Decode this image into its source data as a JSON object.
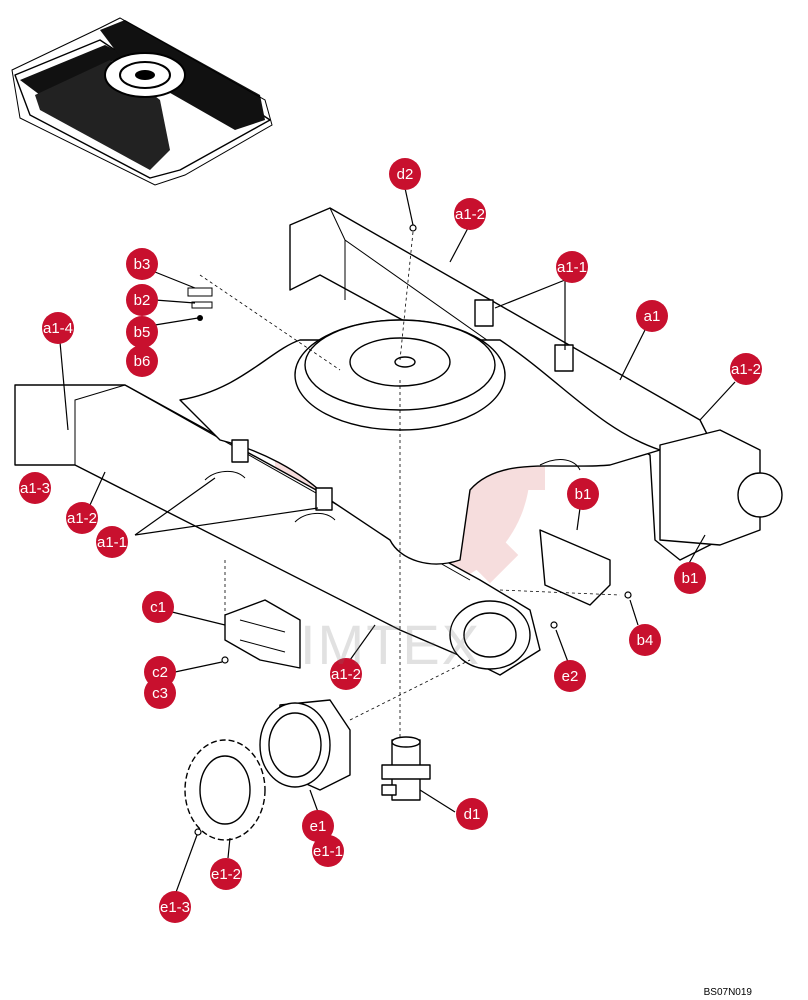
{
  "drawing_code": "BS07N019",
  "watermark_text": "IMTEX",
  "callouts": [
    {
      "id": "d2",
      "label": "d2"
    },
    {
      "id": "a1-2-top",
      "label": "a1-2"
    },
    {
      "id": "b3",
      "label": "b3"
    },
    {
      "id": "b2",
      "label": "b2"
    },
    {
      "id": "b5",
      "label": "b5"
    },
    {
      "id": "b6",
      "label": "b6"
    },
    {
      "id": "a1-1-top",
      "label": "a1-1"
    },
    {
      "id": "a1",
      "label": "a1"
    },
    {
      "id": "a1-2-right",
      "label": "a1-2"
    },
    {
      "id": "a1-4",
      "label": "a1-4"
    },
    {
      "id": "a1-3",
      "label": "a1-3"
    },
    {
      "id": "a1-2-left",
      "label": "a1-2"
    },
    {
      "id": "a1-1-left",
      "label": "a1-1"
    },
    {
      "id": "b1-center",
      "label": "b1"
    },
    {
      "id": "b1-right",
      "label": "b1"
    },
    {
      "id": "c1",
      "label": "c1"
    },
    {
      "id": "b4",
      "label": "b4"
    },
    {
      "id": "e2",
      "label": "e2"
    },
    {
      "id": "c2",
      "label": "c2"
    },
    {
      "id": "c3",
      "label": "c3"
    },
    {
      "id": "a1-2-bottom",
      "label": "a1-2"
    },
    {
      "id": "d1",
      "label": "d1"
    },
    {
      "id": "e1",
      "label": "e1"
    },
    {
      "id": "e1-1",
      "label": "e1-1"
    },
    {
      "id": "e1-2",
      "label": "e1-2"
    },
    {
      "id": "e1-3",
      "label": "e1-3"
    }
  ],
  "colors": {
    "callout_fill": "#c8102e",
    "callout_text": "#ffffff",
    "line": "#000000",
    "watermark": "#e8a0a0"
  }
}
